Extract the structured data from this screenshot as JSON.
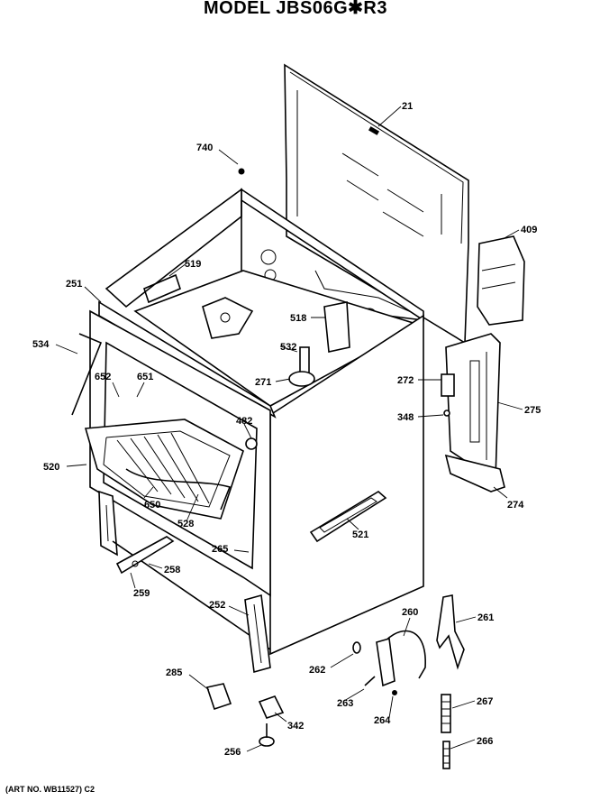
{
  "title": "MODEL JBS06G✱R3",
  "art_number": "(ART NO. WB11527) C2",
  "labels": {
    "p21": "21",
    "p740": "740",
    "p409": "409",
    "p519": "519",
    "p251": "251",
    "p518": "518",
    "p534": "534",
    "p532": "532",
    "p271": "271",
    "p652": "652",
    "p651": "651",
    "p272": "272",
    "p482": "482",
    "p348": "348",
    "p275": "275",
    "p520": "520",
    "p650": "650",
    "p528": "528",
    "p521": "521",
    "p274": "274",
    "p265": "265",
    "p258": "258",
    "p259": "259",
    "p252": "252",
    "p260": "260",
    "p261": "261",
    "p285": "285",
    "p262": "262",
    "p263": "263",
    "p267": "267",
    "p342": "342",
    "p264": "264",
    "p256": "256",
    "p266": "266"
  }
}
